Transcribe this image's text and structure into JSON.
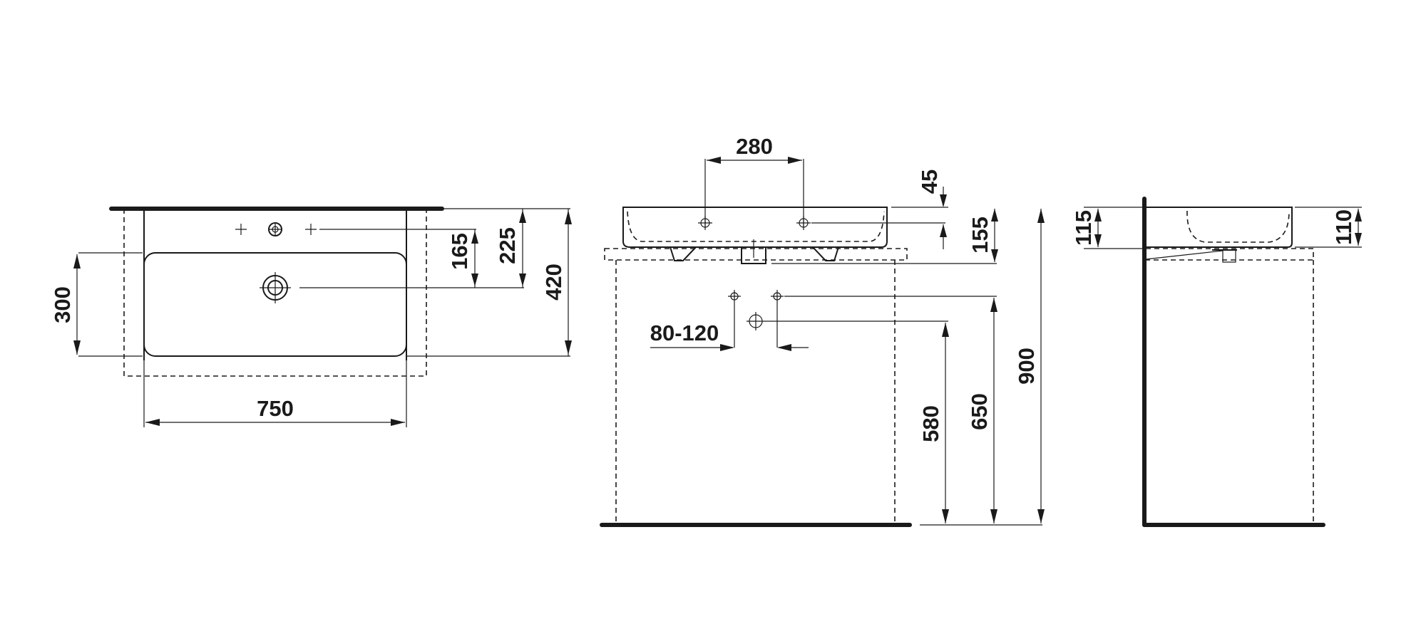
{
  "drawing": {
    "top_view": {
      "width_label": "750",
      "depth_label": "420",
      "basin_depth_label": "300",
      "tap_hole_offset_label": "225",
      "drain_offset_label": "165"
    },
    "front_view": {
      "tap_hole_spacing_label": "280",
      "tap_hole_depth_label": "45",
      "basin_height_label": "155",
      "waste_spacing_label": "80-120",
      "waste_height_label": "580",
      "supply_height_label": "650",
      "installation_height_label": "900"
    },
    "side_view": {
      "overall_height_label": "115",
      "bowl_height_label": "110"
    }
  }
}
